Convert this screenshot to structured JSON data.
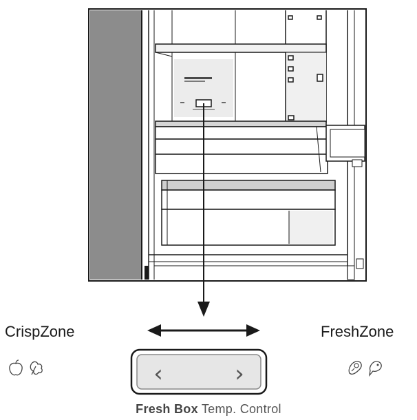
{
  "zones": {
    "left": {
      "label": "CrispZone",
      "icons": [
        "apple-icon",
        "vegetable-icon"
      ]
    },
    "right": {
      "label": "FreshZone",
      "icons": [
        "meat-icon",
        "fish-icon"
      ]
    }
  },
  "control": {
    "left_button": "‹",
    "right_button": "›",
    "caption_bold": "Fresh Box",
    "caption_regular": " Temp. Control"
  },
  "colors": {
    "line": "#1a1a1a",
    "door_gray": "#8c8c8c",
    "panel_fill": "#e6e6e6",
    "caption_gray": "#555555"
  }
}
